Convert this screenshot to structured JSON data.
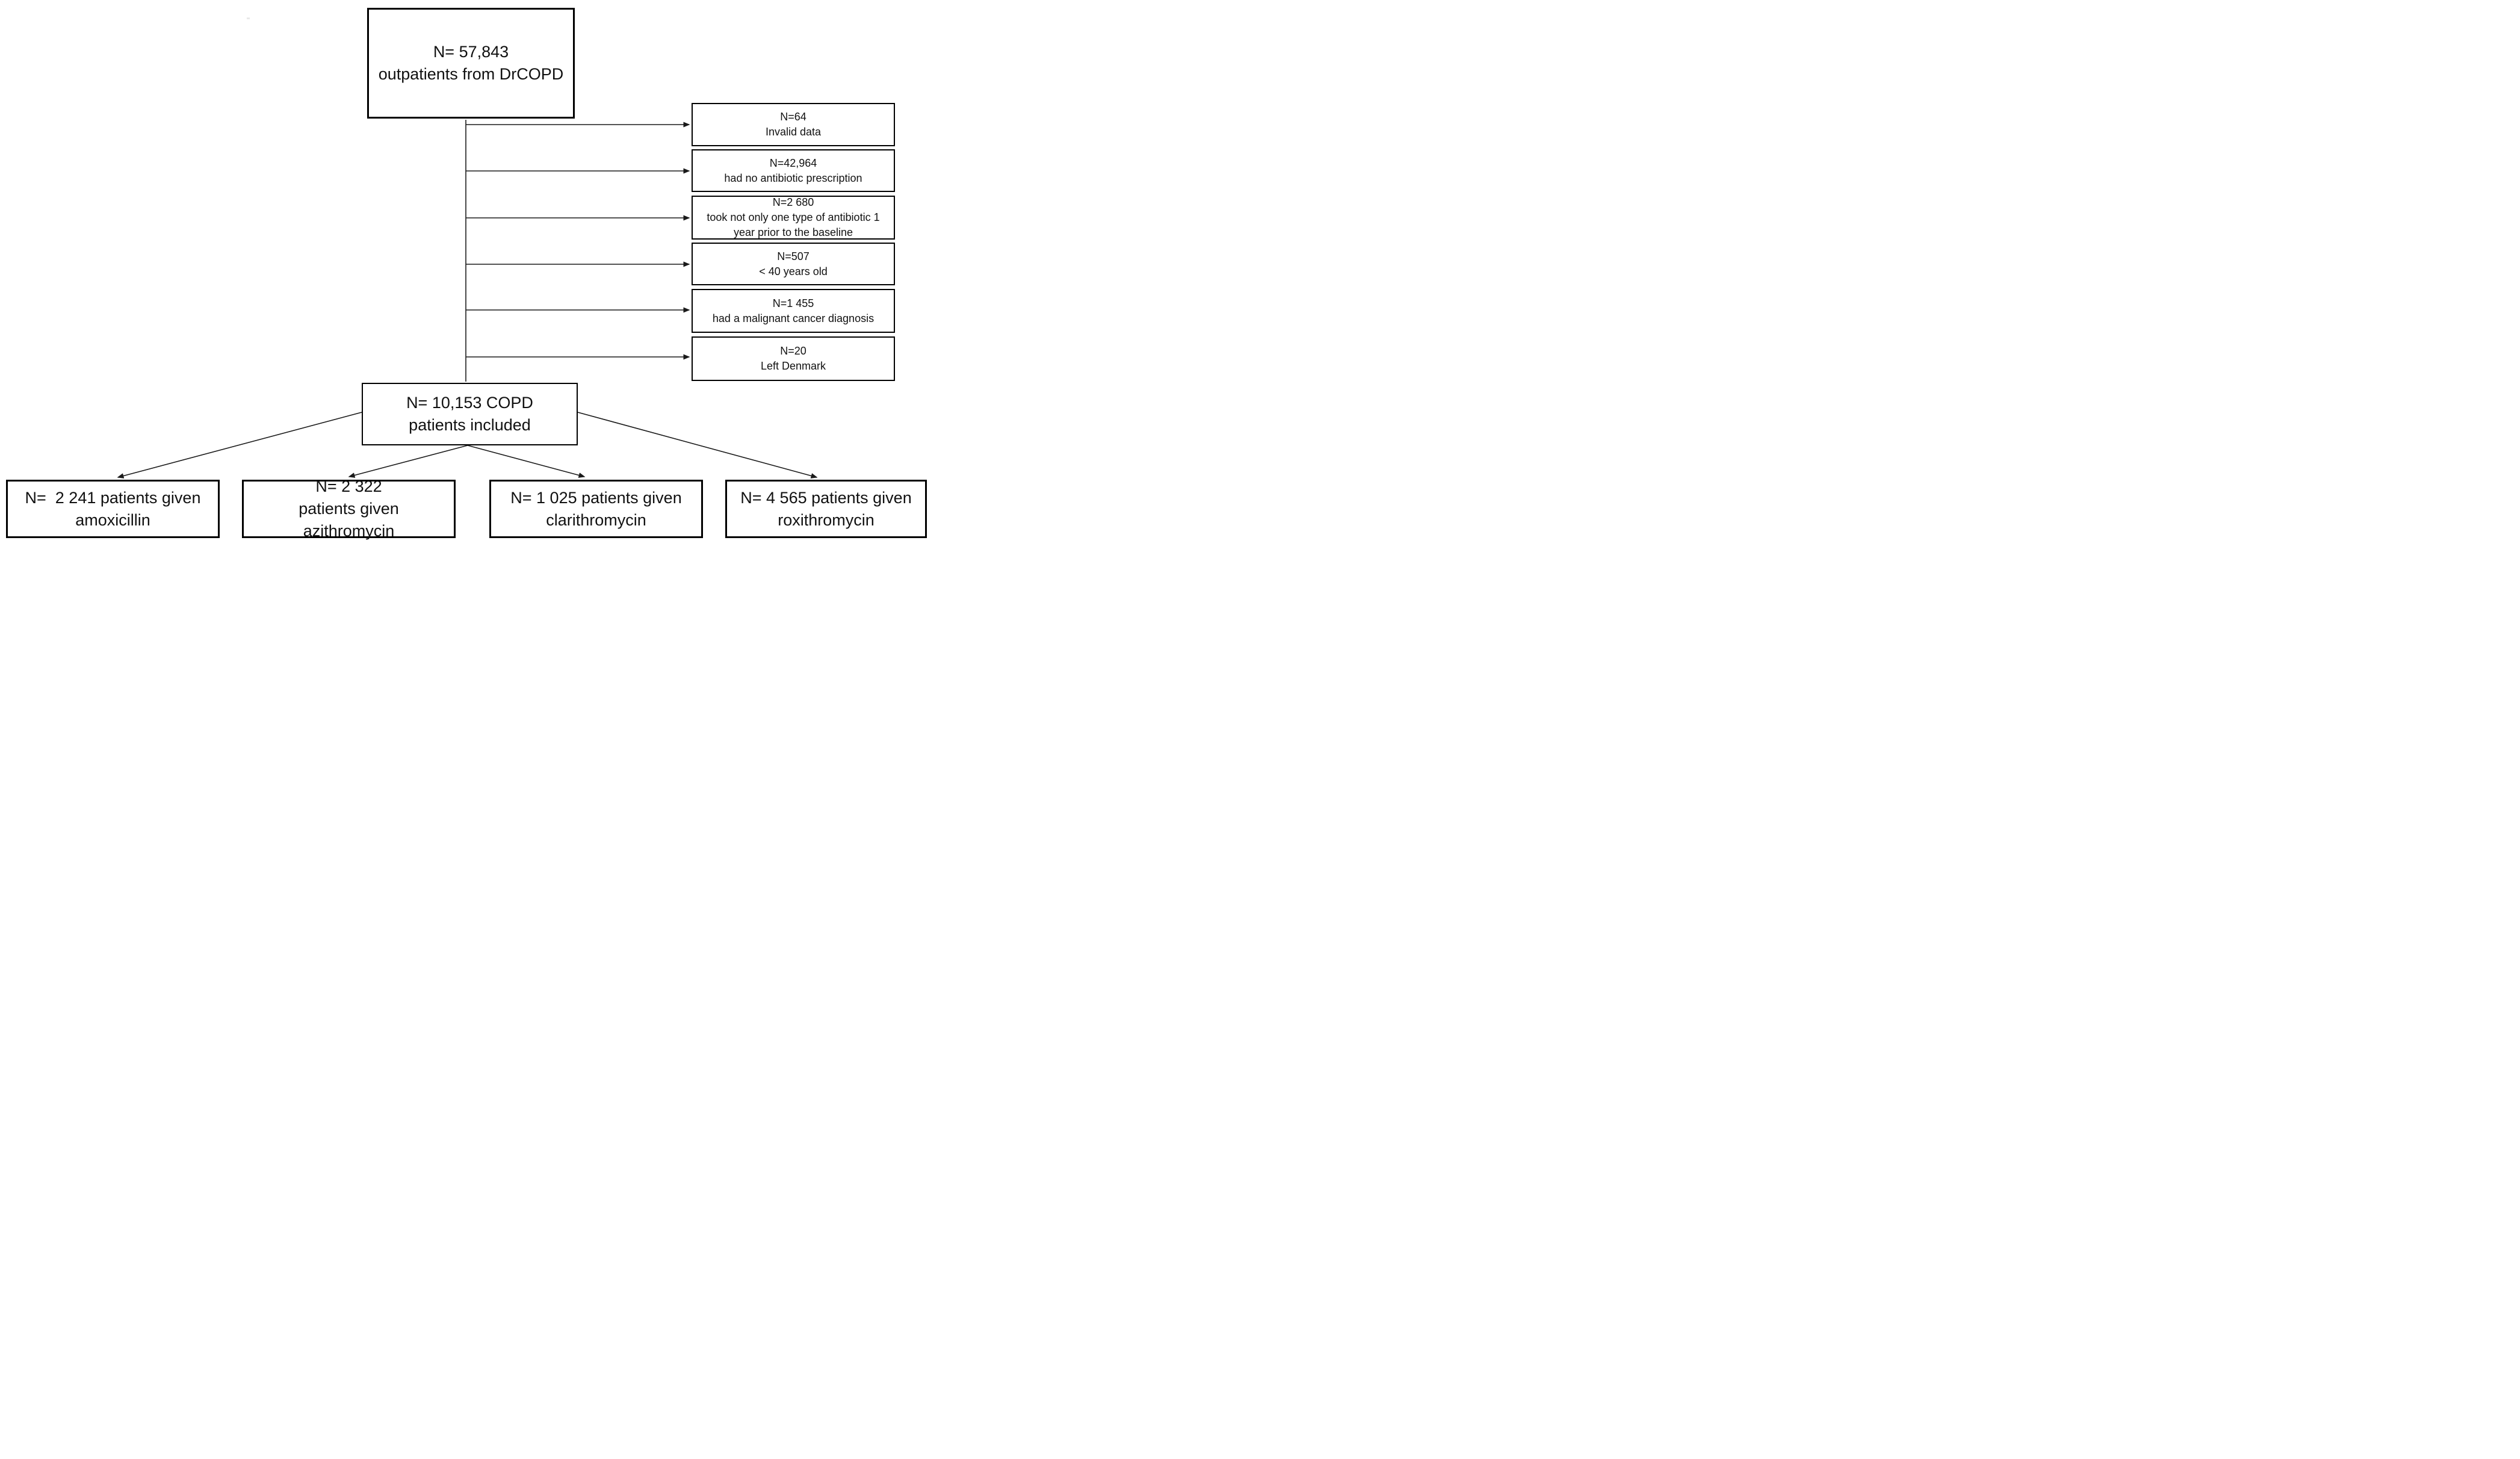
{
  "figure": {
    "type": "patient-flow-diagram",
    "background_color": "#ffffff",
    "box_border_color": "#000000",
    "text_color": "#111111",
    "connector_color": "#1a1a1a"
  },
  "nodes": {
    "source": {
      "lines": [
        "N= 57,843",
        "outpatients from DrCOPD"
      ]
    },
    "exclusions": [
      {
        "lines": [
          "N=64",
          "Invalid data"
        ]
      },
      {
        "lines": [
          "N=42,964",
          "had no antibiotic prescription"
        ]
      },
      {
        "lines": [
          "N=2 680",
          "took not only one type of antibiotic 1",
          "year prior to the baseline"
        ]
      },
      {
        "lines": [
          "N=507",
          "< 40 years old"
        ]
      },
      {
        "lines": [
          "N=1 455",
          "had a malignant cancer diagnosis"
        ]
      },
      {
        "lines": [
          "N=20",
          "Left Denmark"
        ]
      }
    ],
    "included": {
      "lines": [
        "N= 10,153 COPD",
        "patients included"
      ]
    },
    "arms": [
      {
        "lines": [
          "N=  2 241 patients given",
          "amoxicillin"
        ]
      },
      {
        "lines": [
          "N= 2 322",
          "patients given",
          "azithromycin"
        ]
      },
      {
        "lines": [
          "N= 1 025 patients given",
          "clarithromycin"
        ]
      },
      {
        "lines": [
          "N= 4 565 patients given",
          "roxithromycin"
        ]
      }
    ]
  }
}
